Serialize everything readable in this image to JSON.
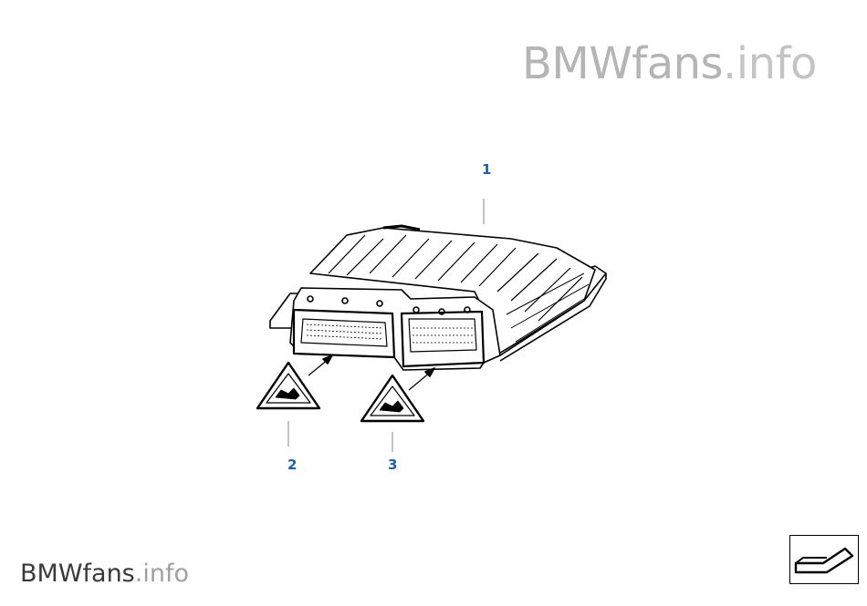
{
  "watermark_top": {
    "brand": "BMWfans",
    "ext": ".info"
  },
  "watermark_bottom": {
    "brand": "BMWfans",
    "ext": ".info"
  },
  "callouts": [
    {
      "id": "1",
      "label": "1"
    },
    {
      "id": "2",
      "label": "2"
    },
    {
      "id": "3",
      "label": "3"
    }
  ],
  "colors": {
    "callout": "#1f5fa8",
    "line": "#000000",
    "watermark": "#b5b5b5"
  },
  "icons": {
    "warning_triangle": "esd-warning-triangle-icon",
    "nav": "return-arrow-icon"
  }
}
